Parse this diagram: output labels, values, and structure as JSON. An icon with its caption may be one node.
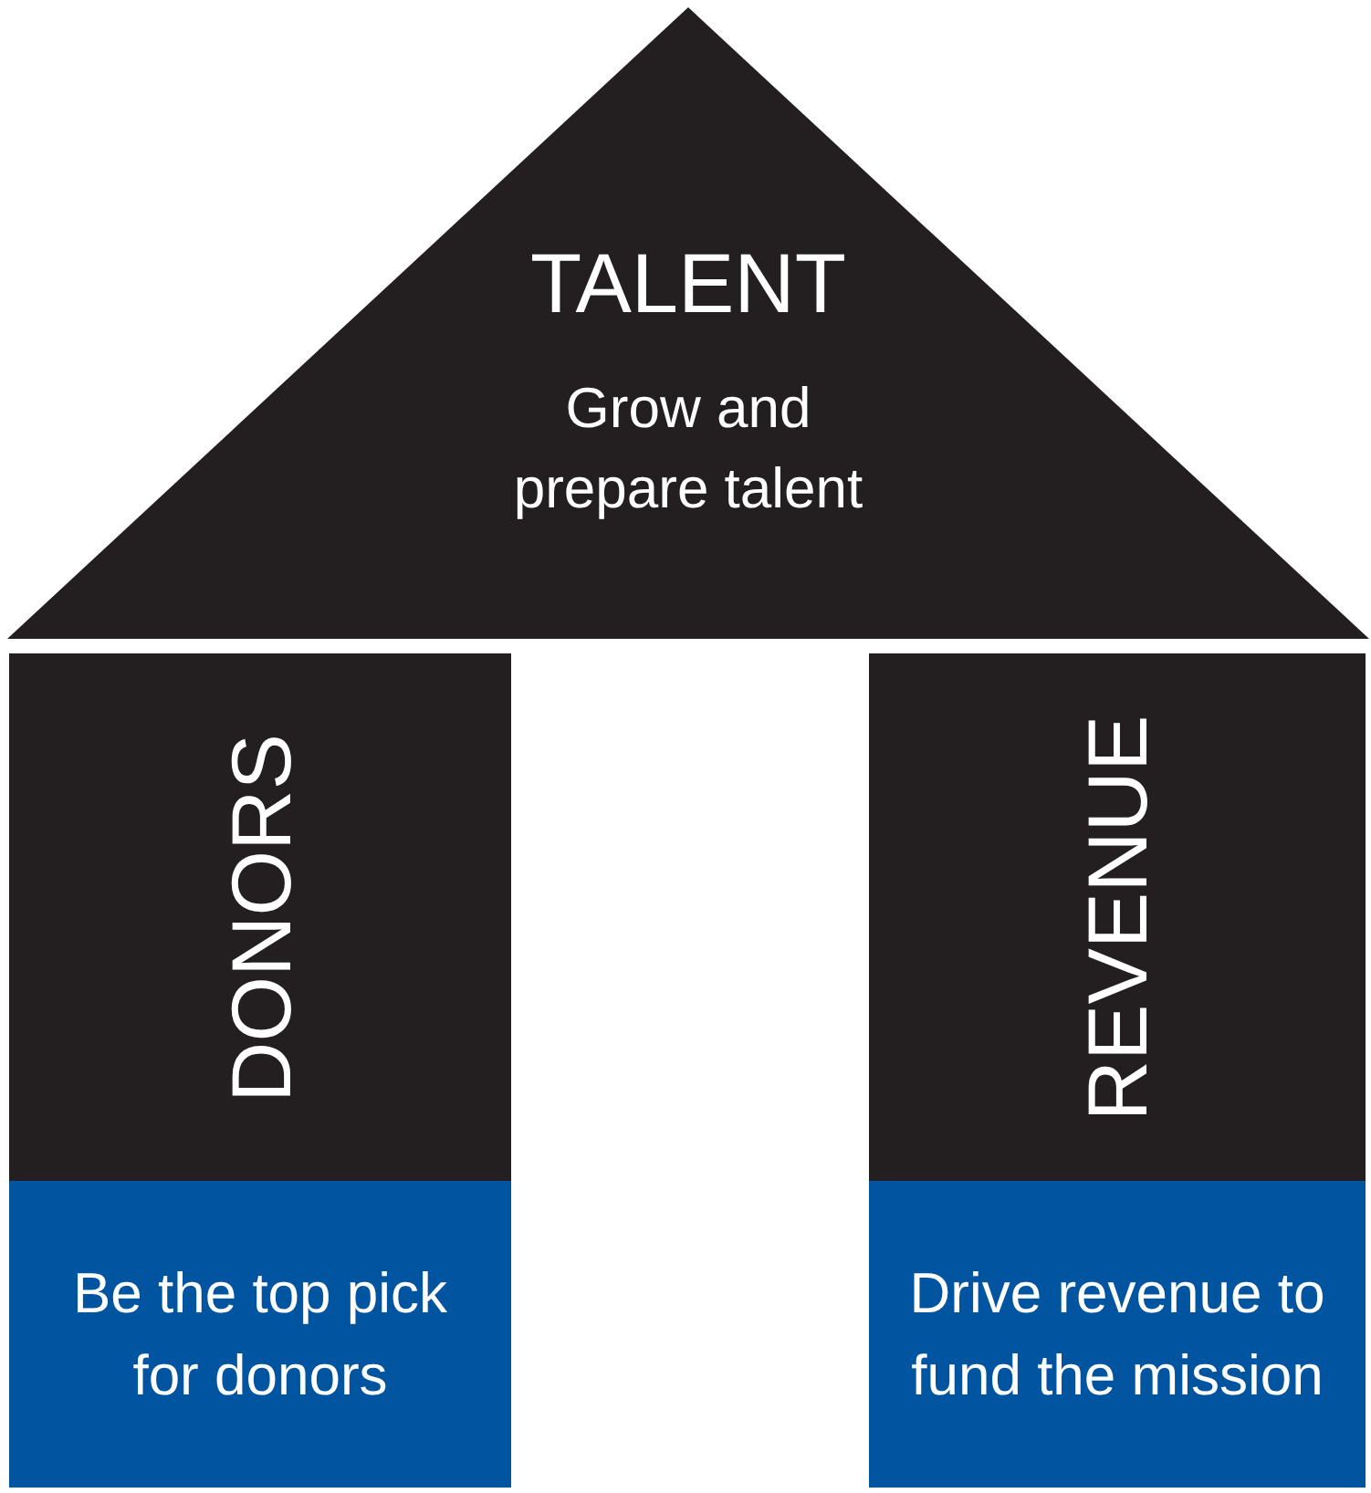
{
  "diagram": {
    "nodes": [
      {
        "text": [
          "TALENT",
          "Grow and prepare talent"
        ]
      },
      {
        "text": [
          "DONORS",
          "Be the top pick for donors"
        ]
      },
      {
        "text": [
          "REVENUE",
          "Drive revenue to fund the mission"
        ]
      }
    ]
  }
}
